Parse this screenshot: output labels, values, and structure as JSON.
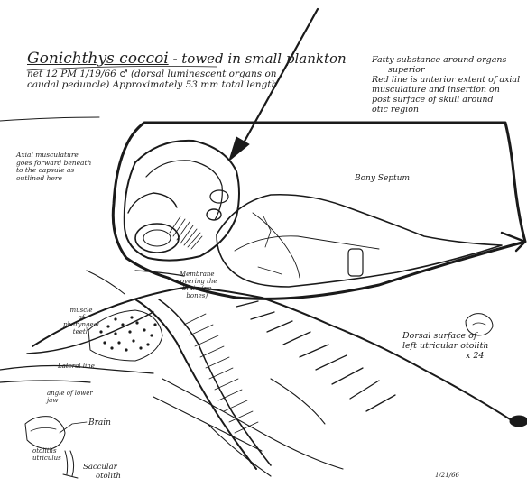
{
  "title": {
    "genus_species": "Gonichthys coccoi",
    "rest": "- towed in small plankton",
    "line2": "net 12 PM 1/19/66  ♂ (dorsal luminescent organs on",
    "line3": "caudal peduncle)  Approximately 53 mm total length"
  },
  "note_top_right": {
    "lines": [
      "Fatty substance around organs",
      "superior",
      "Red line is anterior extent of axial",
      "musculature and insertion on",
      "post surface of skull around",
      "otic region"
    ]
  },
  "note_left": {
    "lines": [
      "Axial musculature",
      "goes forward beneath",
      "to the capsule as",
      "outlined here"
    ]
  },
  "labels": {
    "bony_septum": "Bony Septum",
    "membranes": [
      "Membrane",
      "covering the",
      "brain (no",
      "bones)"
    ],
    "muscle": [
      "muscle",
      "of",
      "pharyngeal",
      "teeth"
    ],
    "lateral_line": "Lateral line",
    "angle_jaw": [
      "angle of lower",
      "jaw"
    ],
    "brain": "Brain",
    "otoliths": [
      "otoliths",
      "utriculus"
    ],
    "saccular": [
      "Saccular",
      "otolith"
    ]
  },
  "dorsal_note": {
    "lines": [
      "Dorsal surface of",
      "left utricular otolith",
      "x 24"
    ]
  },
  "signature": "1/21/66",
  "colors": {
    "ink": "#1a1a1a",
    "paper": "#ffffff"
  }
}
